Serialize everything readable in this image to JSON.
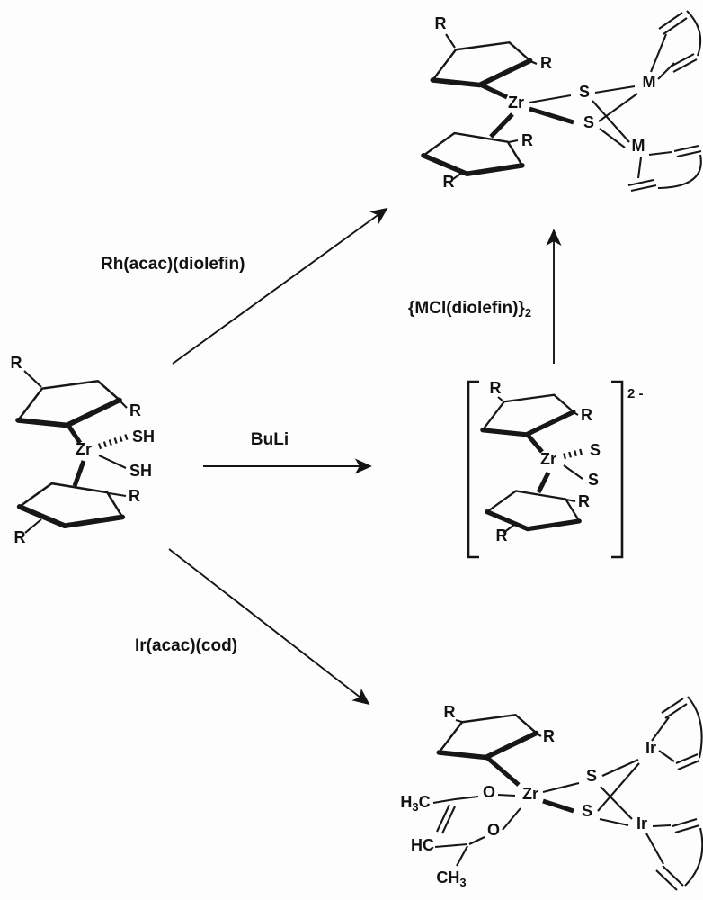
{
  "scheme": {
    "reagents": {
      "rh": "Rh(acac)(diolefin)",
      "buli": "BuLi",
      "mcl_main": "{MCl(diolefin)}",
      "mcl_sub": "2",
      "ir": "Ir(acac)(cod)"
    },
    "dianion_charge": "2 -",
    "atoms": {
      "zr": "Zr",
      "s": "S",
      "sh": "SH",
      "m": "M",
      "ir": "Ir",
      "o": "O",
      "r": "R",
      "hc": "HC",
      "h3c_pre": "H",
      "h3c_sub": "3",
      "h3c_post": "C",
      "ch3_pre": "CH",
      "ch3_sub": "3"
    }
  }
}
